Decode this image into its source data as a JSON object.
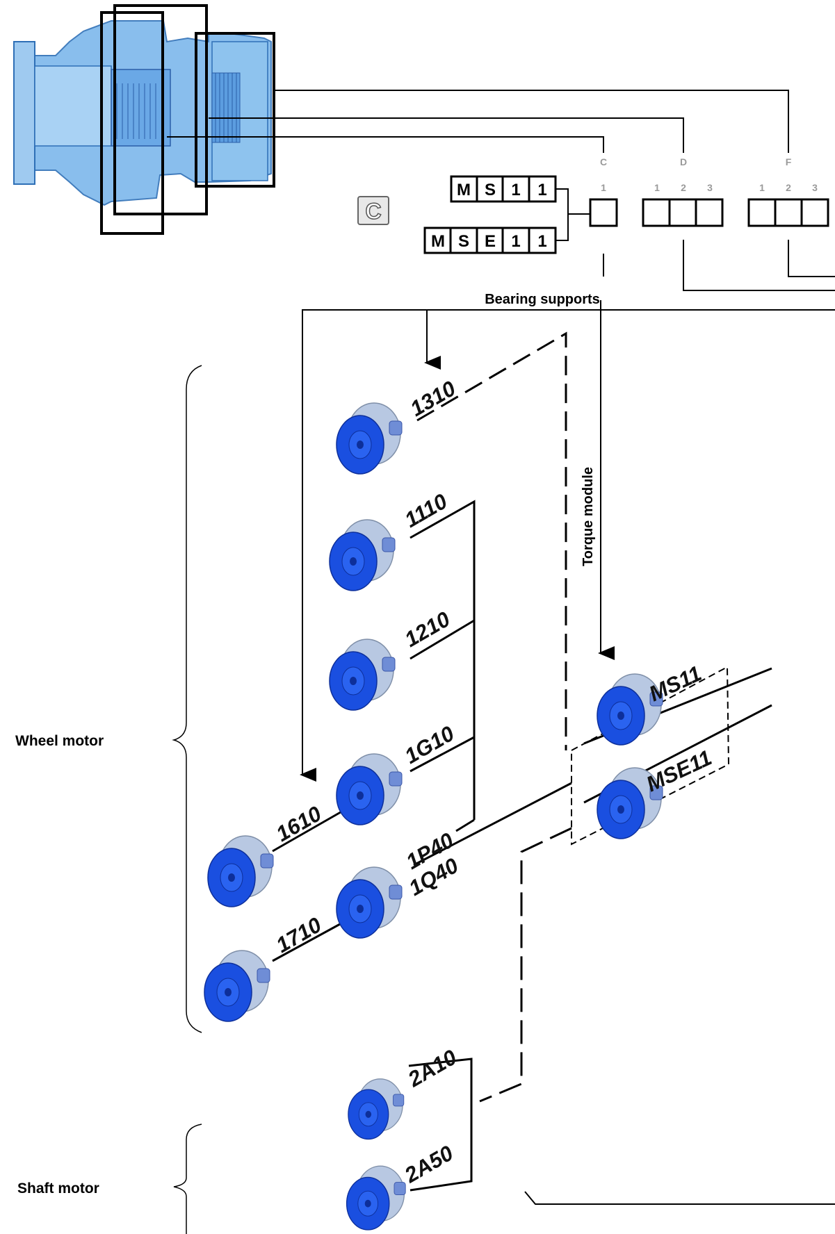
{
  "section_letter": "C",
  "column_letters": [
    "C",
    "D",
    "F"
  ],
  "positions": {
    "C": [
      "1"
    ],
    "D": [
      "1",
      "2",
      "3"
    ],
    "F": [
      "1",
      "2",
      "3"
    ]
  },
  "code_ms11": [
    "M",
    "S",
    "1",
    "1"
  ],
  "code_mse11": [
    "M",
    "S",
    "E",
    "1",
    "1"
  ],
  "labels": {
    "bearing_supports": "Bearing supports",
    "torque_module": "Torque module",
    "wheel_motor": "Wheel motor",
    "shaft_motor": "Shaft motor"
  },
  "bearing_codes": {
    "c1310": "1310",
    "c1110": "1110",
    "c1210": "1210",
    "c1G10": "1G10",
    "c1610": "1610",
    "c1P40": "1P40",
    "c1Q40": "1Q40",
    "c1710": "1710",
    "c2A10": "2A10",
    "c2A50": "2A50"
  },
  "torque_codes": {
    "ms11": "MS11",
    "mse11": "MSE11"
  },
  "colors": {
    "motor_blue": "#1a4fe0",
    "motor_light": "#b8c8e2",
    "cutaway_blue": "#4d9ee8",
    "line": "#000000",
    "position_gray": "#9a9a9a"
  }
}
